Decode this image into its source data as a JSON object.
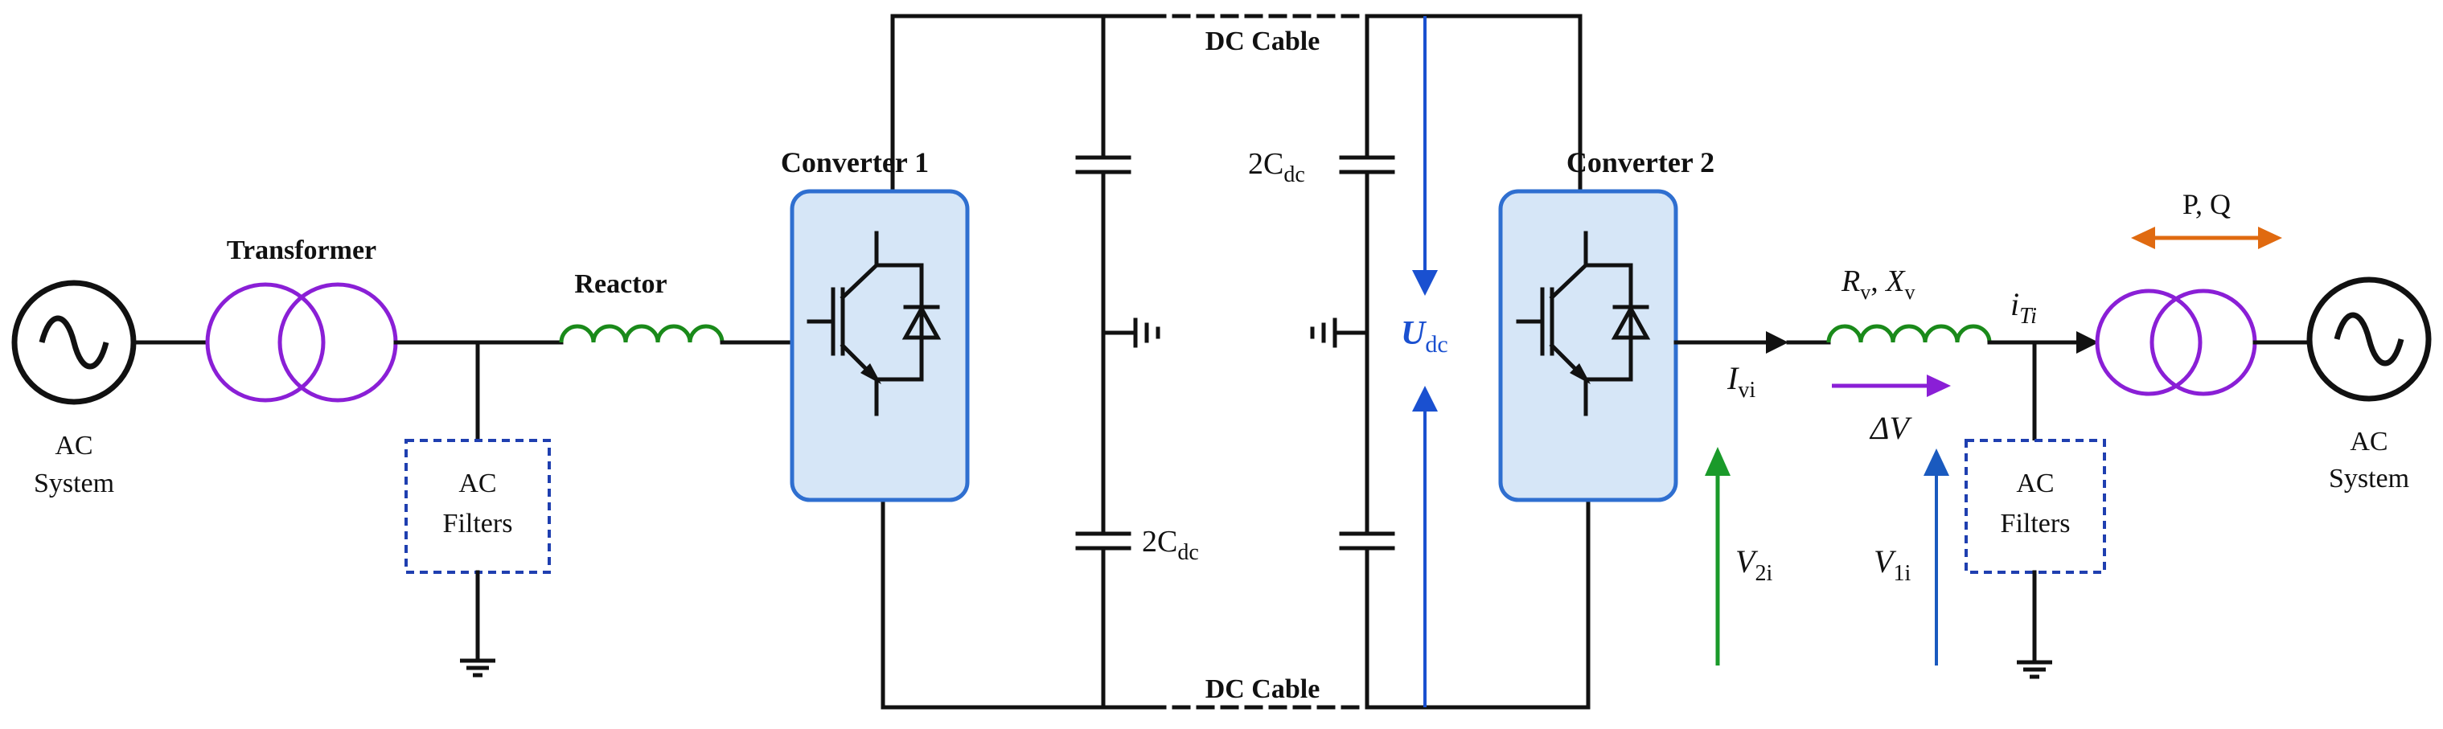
{
  "labels": {
    "ac_system": "AC",
    "ac_system_line2": "System",
    "transformer": "Transformer",
    "reactor": "Reactor",
    "ac_filters_line1": "AC",
    "ac_filters_line2": "Filters",
    "converter1": "Converter 1",
    "converter2": "Converter 2",
    "dc_cable": "DC Cable",
    "cap_coef": "2C",
    "cap_sub": "dc",
    "udc_main": "U",
    "udc_sub": "dc",
    "i_v_main": "I",
    "i_v_sub": "vi",
    "r_main": "R",
    "r_sub": "v",
    "x_main": "X",
    "x_sub": "v",
    "sep": ", ",
    "i_t_main": "i",
    "i_t_sub": "Ti",
    "pq": "P, Q",
    "delta_v": "ΔV",
    "v2_main": "V",
    "v2_sub": "2i",
    "v1_main": "V",
    "v1_sub": "1i"
  },
  "colors": {
    "transformer": "#8a1fd6",
    "reactor": "#1a8a1a",
    "converter_fill": "#d6e6f7",
    "converter_stroke": "#2f6fd0",
    "filter_border": "#1f3fb0",
    "udc_arrow": "#1a50d0",
    "v2_arrow": "#1a9a2a",
    "v1_arrow": "#1a5abf",
    "delta_v_arrow": "#8a1fd6",
    "pq_arrow": "#e06a10"
  },
  "icons": [
    "ac-source-icon",
    "transformer-icon",
    "reactor-icon",
    "igbt-icon",
    "capacitor-icon",
    "ground-icon"
  ]
}
